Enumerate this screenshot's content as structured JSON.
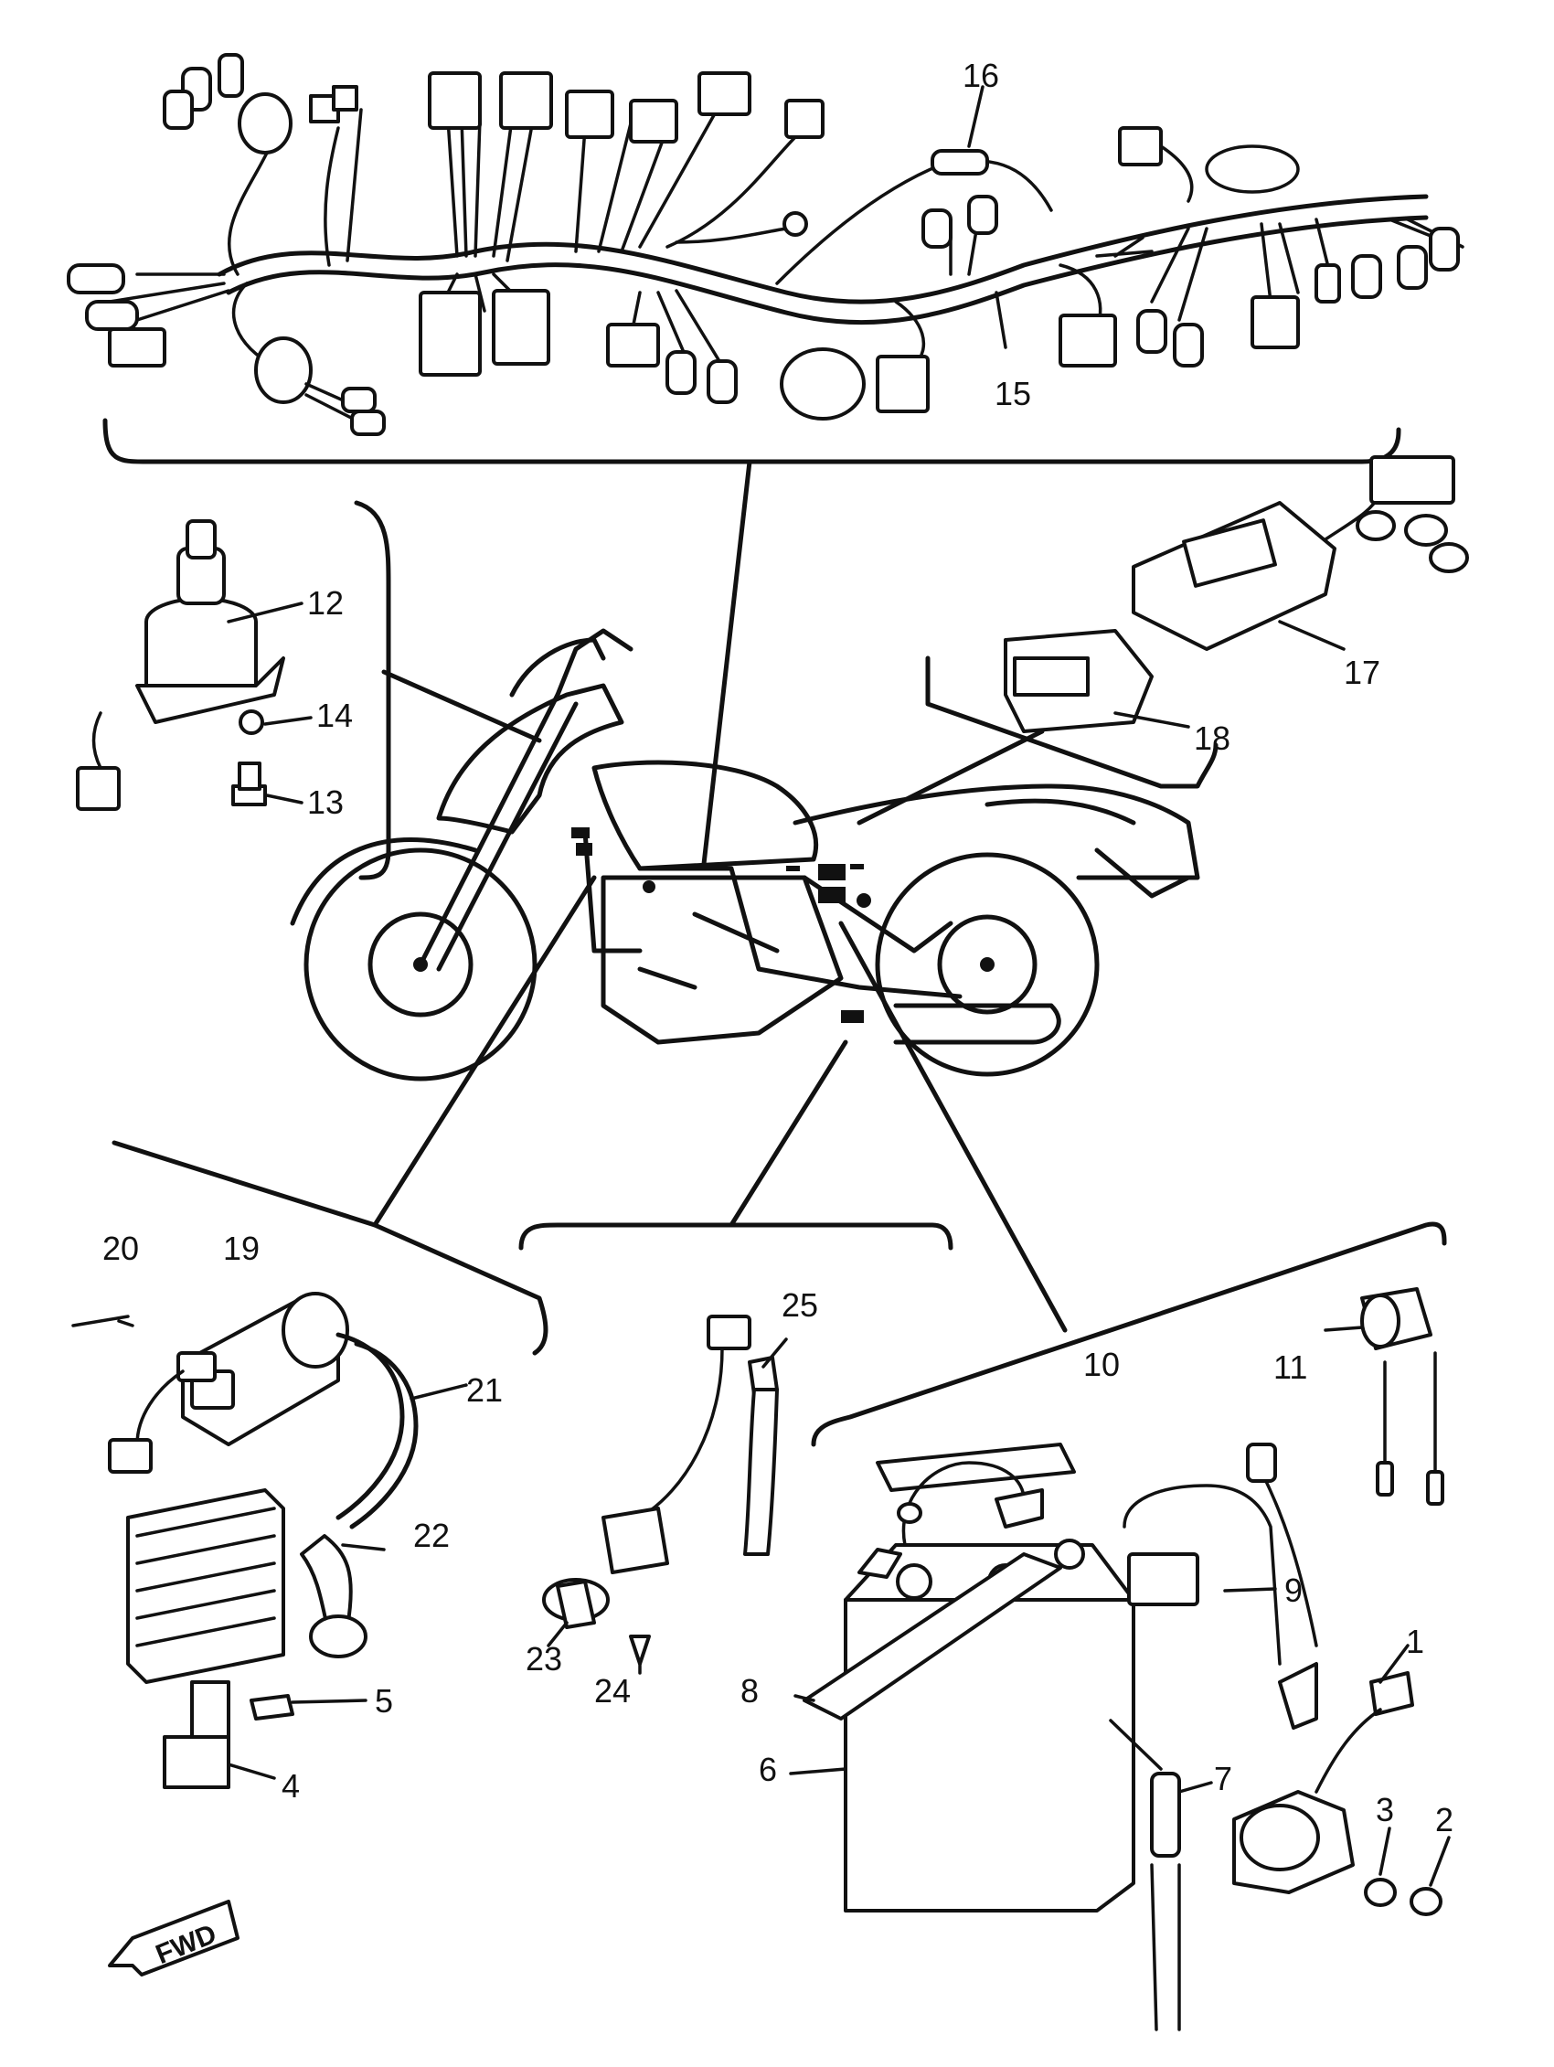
{
  "callouts": {
    "p1": "1",
    "p2": "2",
    "p3": "3",
    "p4": "4",
    "p5": "5",
    "p6": "6",
    "p7": "7",
    "p8": "8",
    "p9": "9",
    "p10": "10",
    "p11": "11",
    "p12": "12",
    "p13": "13",
    "p14": "14",
    "p15": "15",
    "p16": "16",
    "p17": "17",
    "p18": "18",
    "p19": "19",
    "p20": "20",
    "p21": "21",
    "p22": "22",
    "p23": "23",
    "p24": "24",
    "p25": "25"
  },
  "fwd_label": "FWD"
}
